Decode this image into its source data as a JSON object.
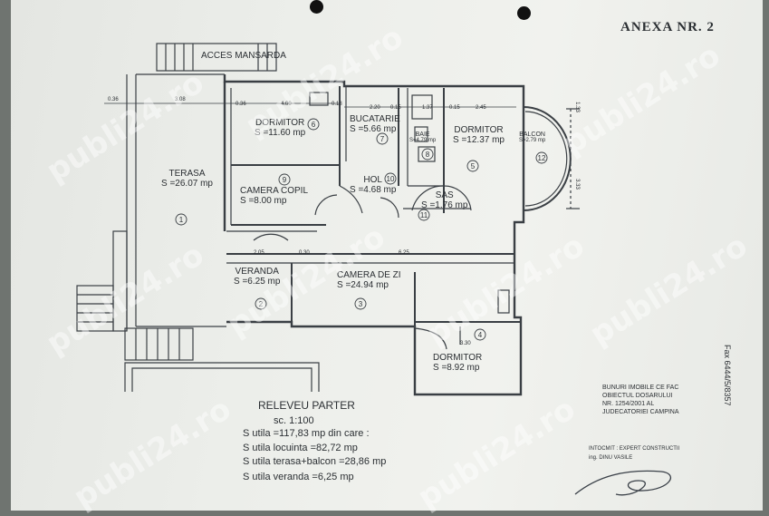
{
  "annex_title": "ANEXA NR. 2",
  "access_label": "ACCES MANSARDA",
  "rooms": [
    {
      "name": "TERASA",
      "area": "S =26.07 mp",
      "num": "1"
    },
    {
      "name": "VERANDA",
      "area": "S =6.25 mp",
      "num": "2"
    },
    {
      "name": "CAMERA DE ZI",
      "area": "S =24.94 mp",
      "num": "3"
    },
    {
      "name": "DORMITOR",
      "area": "S =8.92 mp",
      "num": "4"
    },
    {
      "name": "DORMITOR",
      "area": "S =12.37 mp",
      "num": "5"
    },
    {
      "name": "DORMITOR",
      "area": "S =11.60 mp",
      "num": "6"
    },
    {
      "name": "BUCATARIE",
      "area": "S =5.66 mp",
      "num": "7"
    },
    {
      "name": "BAIE",
      "area": "S=4.79 mp",
      "num": "8"
    },
    {
      "name": "CAMERA COPIL",
      "area": "S =8.00 mp",
      "num": "9"
    },
    {
      "name": "HOL",
      "area": "S =4.68 mp",
      "num": "10"
    },
    {
      "name": "SAS",
      "area": "S =1.76 mp",
      "num": "11"
    },
    {
      "name": "BALCON",
      "area": "S=2.79 mp",
      "num": "12"
    }
  ],
  "dimensions": [
    "0.36",
    "3.08",
    "0.36",
    "4.00",
    "0.18",
    "2.20",
    "0.15",
    "1.37",
    "0.15",
    "2.45",
    "2.05",
    "0.30",
    "6.25",
    "3.30",
    "1.33",
    "3.33"
  ],
  "legend": {
    "title": "RELEVEU PARTER",
    "scale": "sc. 1:100",
    "lines": [
      "S utila =117,83 mp din care :",
      "S utila locuinta =82,72 mp",
      "S utila terasa+balcon =28,86 mp",
      "S utila veranda =6,25 mp"
    ]
  },
  "note_lines": [
    "BUNURI IMOBILE CE FAC",
    "OBIECTUL DOSARULUI",
    "NR. 1254/2001 AL",
    "JUDECATORIEI CAMPINA"
  ],
  "author_lines": [
    "INTOCMIT : EXPERT CONSTRUCTII",
    "ing. DINU VASILE"
  ],
  "side_note": "Fax 6444/5/8357",
  "watermark": "publi24.ro"
}
